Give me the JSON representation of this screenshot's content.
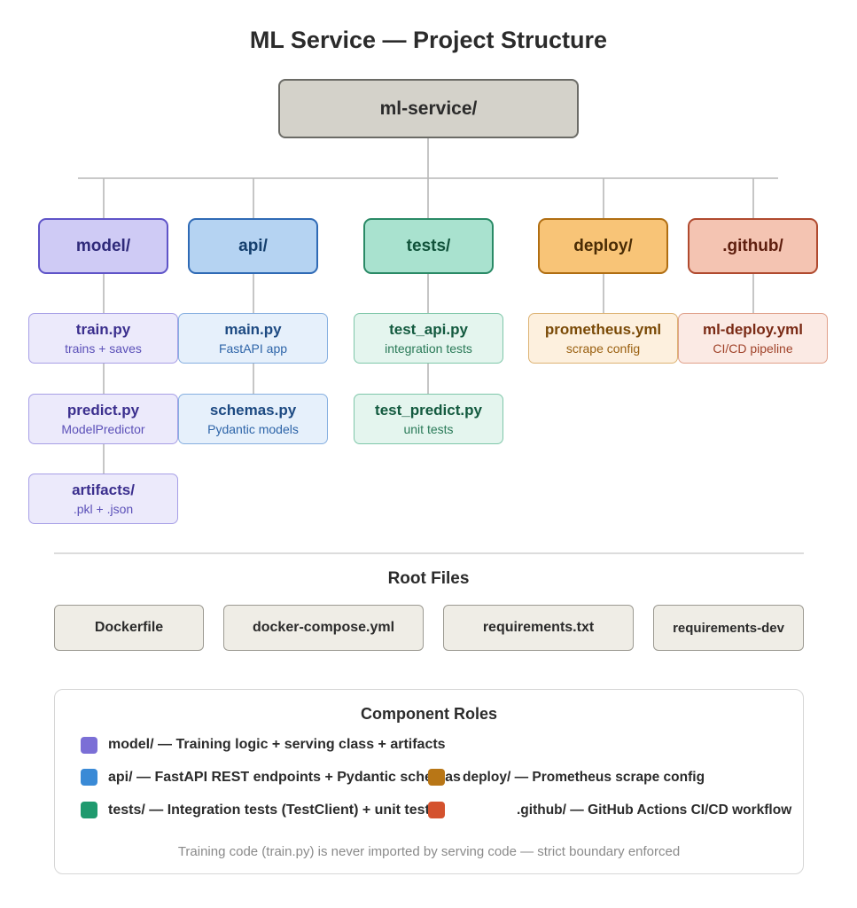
{
  "title": "ML Service — Project Structure",
  "root": "ml-service/",
  "folders": [
    {
      "label": "model/",
      "color": "#cfcbf5"
    },
    {
      "label": "api/",
      "color": "#b5d3f2"
    },
    {
      "label": "tests/",
      "color": "#a9e2cf"
    },
    {
      "label": "deploy/",
      "color": "#f8c477"
    },
    {
      "label": ".github/",
      "color": "#f4c4b2"
    }
  ],
  "files": {
    "model": [
      {
        "name": "train.py",
        "desc": "trains + saves"
      },
      {
        "name": "predict.py",
        "desc": "ModelPredictor"
      },
      {
        "name": "artifacts/",
        "desc": ".pkl + .json"
      }
    ],
    "api": [
      {
        "name": "main.py",
        "desc": "FastAPI app"
      },
      {
        "name": "schemas.py",
        "desc": "Pydantic models"
      }
    ],
    "tests": [
      {
        "name": "test_api.py",
        "desc": "integration tests"
      },
      {
        "name": "test_predict.py",
        "desc": "unit tests"
      }
    ],
    "deploy": [
      {
        "name": "prometheus.yml",
        "desc": "scrape config"
      }
    ],
    "github": [
      {
        "name": "ml-deploy.yml",
        "desc": "CI/CD pipeline"
      }
    ]
  },
  "root_files": {
    "title": "Root Files",
    "items": [
      "Dockerfile",
      "docker-compose.yml",
      "requirements.txt",
      "requirements-dev"
    ]
  },
  "legend": {
    "title": "Component Roles",
    "items": [
      {
        "text": "model/ — Training logic + serving class + artifacts",
        "color": "#7b6fd6"
      },
      {
        "text": "api/ — FastAPI REST endpoints + Pydantic schemas",
        "color": "#3a8ad6"
      },
      {
        "text": "tests/ — Integration tests (TestClient) + unit tests",
        "color": "#1f9a6e"
      },
      {
        "text": "deploy/ — Prometheus scrape config",
        "color": "#b87616"
      },
      {
        "text": ".github/ — GitHub Actions CI/CD workflow",
        "color": "#d4522e"
      }
    ],
    "note": "Training code (train.py) is never imported by serving code — strict boundary enforced"
  }
}
